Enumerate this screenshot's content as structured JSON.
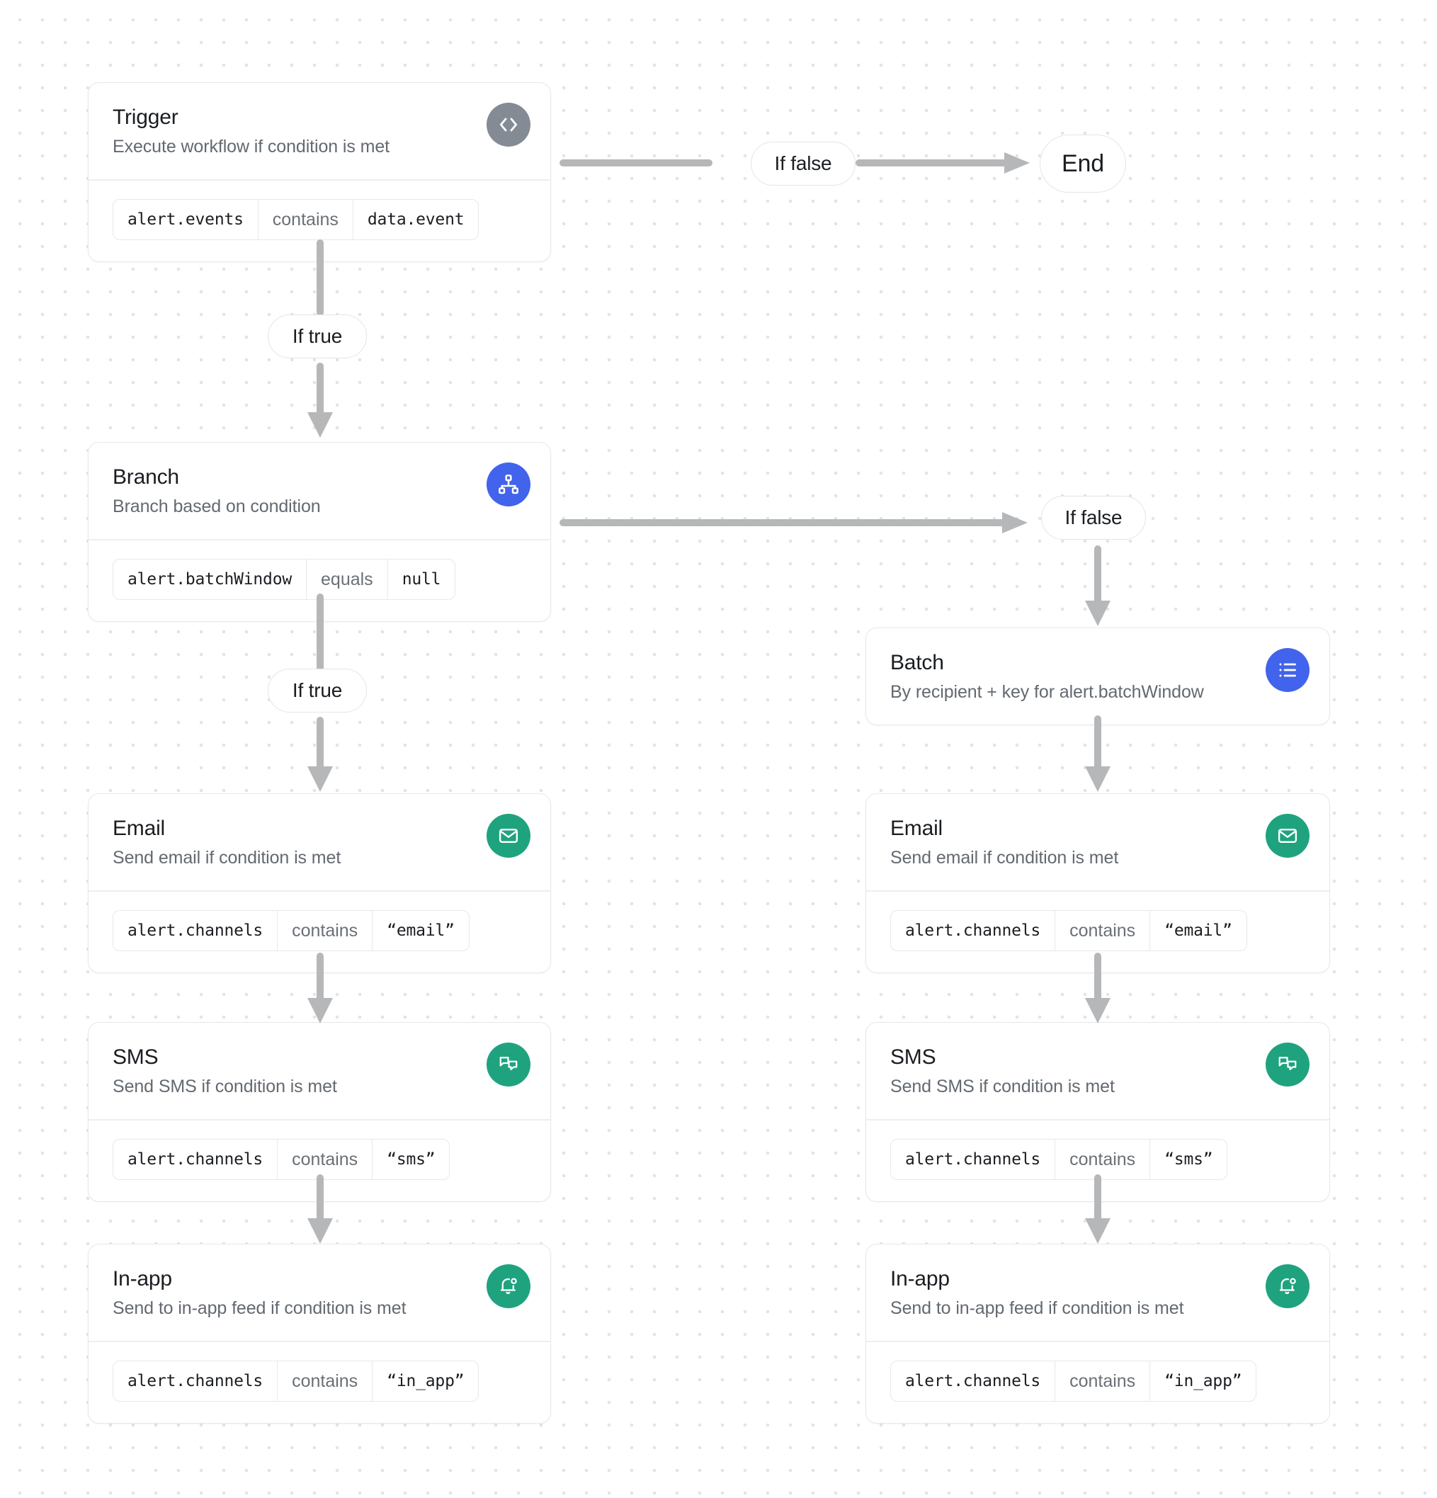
{
  "canvas": {
    "background": "#ffffff",
    "dot_color": "#e2e3e6"
  },
  "colors": {
    "trigger_badge": "#858b95",
    "branch_badge": "#4263eb",
    "batch_badge": "#4263eb",
    "channel_badge": "#1fa37f",
    "connector": "#b6b7b9",
    "card_border": "#e7e8ea",
    "title_text": "#1a1d21",
    "subtitle_text": "#636970"
  },
  "nodes": {
    "trigger": {
      "title": "Trigger",
      "subtitle": "Execute workflow if condition is met",
      "icon": "code-icon",
      "condition": {
        "field": "alert.events",
        "operator": "contains",
        "value": "data.event"
      }
    },
    "branch": {
      "title": "Branch",
      "subtitle": "Branch based on condition",
      "icon": "sitemap-icon",
      "condition": {
        "field": "alert.batchWindow",
        "operator": "equals",
        "value": "null"
      }
    },
    "batch": {
      "title": "Batch",
      "subtitle": "By recipient + key for alert.batchWindow",
      "icon": "list-icon"
    },
    "email_left": {
      "title": "Email",
      "subtitle": "Send email if condition is met",
      "icon": "envelope-icon",
      "condition": {
        "field": "alert.channels",
        "operator": "contains",
        "value": "“email”"
      }
    },
    "sms_left": {
      "title": "SMS",
      "subtitle": "Send SMS if condition is met",
      "icon": "chat-bubbles-icon",
      "condition": {
        "field": "alert.channels",
        "operator": "contains",
        "value": "“sms”"
      }
    },
    "inapp_left": {
      "title": "In-app",
      "subtitle": "Send to in-app feed if condition is met",
      "icon": "bell-dot-icon",
      "condition": {
        "field": "alert.channels",
        "operator": "contains",
        "value": "“in_app”"
      }
    },
    "email_right": {
      "title": "Email",
      "subtitle": "Send email if condition is met",
      "icon": "envelope-icon",
      "condition": {
        "field": "alert.channels",
        "operator": "contains",
        "value": "“email”"
      }
    },
    "sms_right": {
      "title": "SMS",
      "subtitle": "Send SMS if condition is met",
      "icon": "chat-bubbles-icon",
      "condition": {
        "field": "alert.channels",
        "operator": "contains",
        "value": "“sms”"
      }
    },
    "inapp_right": {
      "title": "In-app",
      "subtitle": "Send to in-app feed if condition is met",
      "icon": "bell-dot-icon",
      "condition": {
        "field": "alert.channels",
        "operator": "contains",
        "value": "“in_app”"
      }
    }
  },
  "labels": {
    "trigger_false": "If false",
    "trigger_true": "If true",
    "end": "End",
    "branch_false": "If false",
    "branch_true": "If true"
  }
}
